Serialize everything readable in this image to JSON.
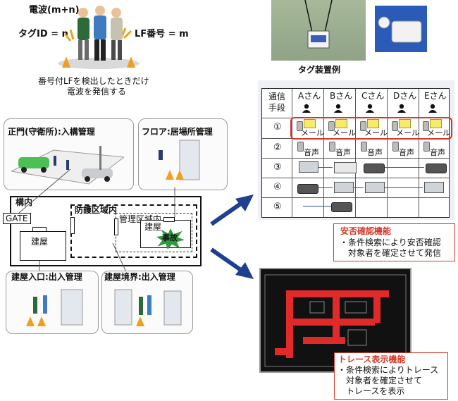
{
  "top_left": {
    "radio_label": "電波(m+n)",
    "tag_id_label": "タグID = n",
    "lf_label": "LF番号 = m",
    "caption_line1": "番号付LFを検出したときだけ",
    "caption_line2": "電波を発信する"
  },
  "photo": {
    "caption": "タグ装置例"
  },
  "map": {
    "main_gate_label": "正門(守衛所):入構管理",
    "floor_label": "フロア:居場所管理",
    "premises_label": "構内",
    "gate_label": "GATE",
    "protected_area_label": "防護区域内",
    "managed_area_label": "管理区域内",
    "building_label": "建屋",
    "building_inner_label": "建屋",
    "accident_label": "事故",
    "building_entrance_label": "建屋入口:出入管理",
    "building_boundary_label": "建屋境界:出入管理"
  },
  "table": {
    "header_corner_line1": "通信",
    "header_corner_line2": "手段",
    "columns": [
      "Aさん",
      "Bさん",
      "Cさん",
      "Dさん",
      "Eさん"
    ],
    "rows": [
      "①",
      "②",
      "③",
      "④",
      "⑤"
    ],
    "mail_text": "メール",
    "voice_text": "音声"
  },
  "safety_feature": {
    "title": "安否確認機能",
    "line1": "・条件検索により安否確認",
    "line2": "対象者を確定させて発信"
  },
  "trace_feature": {
    "title": "トレース表示機能",
    "line1": "・条件検索によりトレース",
    "line2": "対象者を確定させて",
    "line3": "トレースを表示"
  },
  "colors": {
    "accent_red": "#d23a2a",
    "arrow_blue": "#1f3f8f",
    "accident_green": "#2e9a3c",
    "trace_red": "#e02a2a"
  }
}
